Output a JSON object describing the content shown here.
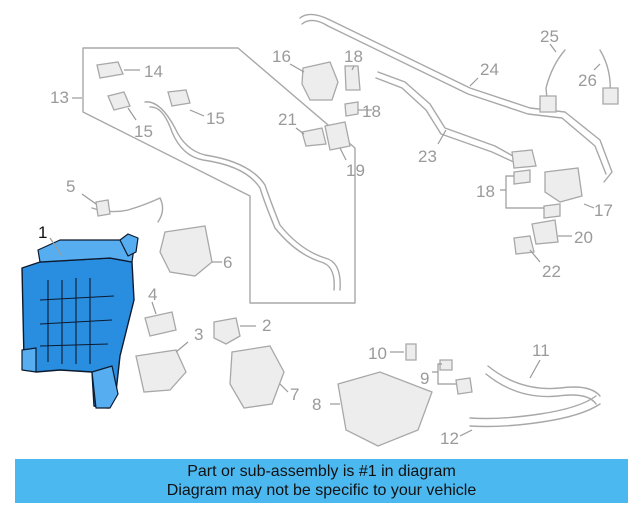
{
  "diagram": {
    "callouts": {
      "c1": "1",
      "c2": "2",
      "c3": "3",
      "c4": "4",
      "c5": "5",
      "c6": "6",
      "c7": "7",
      "c8": "8",
      "c9": "9",
      "c10": "10",
      "c11": "11",
      "c12": "12",
      "c13": "13",
      "c14": "14",
      "c15a": "15",
      "c15b": "15",
      "c16": "16",
      "c17": "17",
      "c18a": "18",
      "c18b": "18",
      "c18c": "18",
      "c19": "19",
      "c20": "20",
      "c21": "21",
      "c22": "22",
      "c23": "23",
      "c24": "24",
      "c25": "25",
      "c26": "26"
    },
    "highlighted_part": "1",
    "colors": {
      "highlight": "#2a8ee0",
      "banner": "#4cb8f0",
      "parts": "#a8a8a8"
    }
  },
  "banner": {
    "line1": "Part or sub-assembly is #1 in diagram",
    "line2": "Diagram may not be specific to your vehicle"
  }
}
